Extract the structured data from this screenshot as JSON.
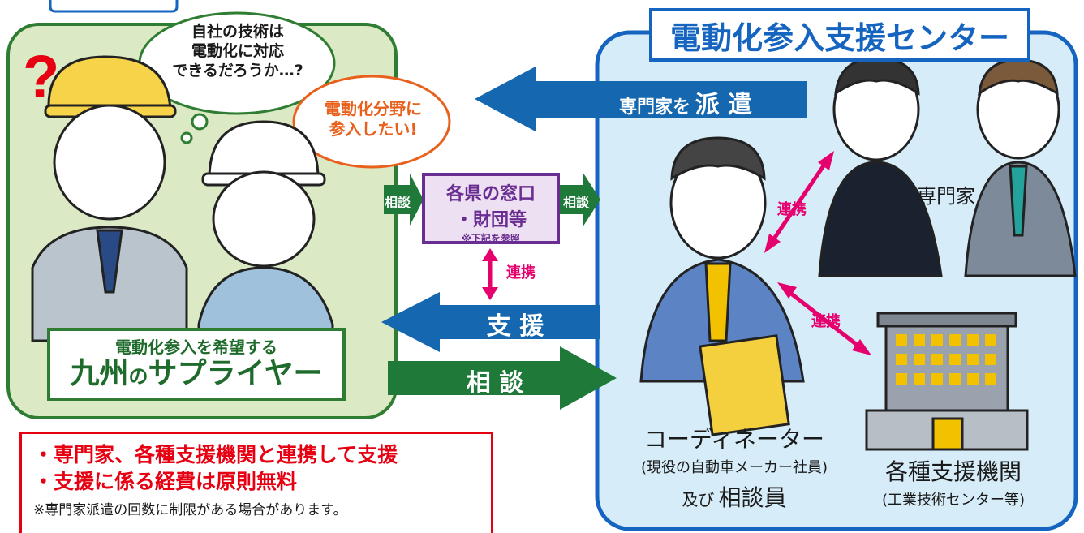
{
  "center_panel": {
    "title": "電動化参入支援センター"
  },
  "supplier_panel": {
    "subtitle": "電動化参入を希望する",
    "title_part1": "九州",
    "title_part2": "の",
    "title_part3": "サプライヤー"
  },
  "bubbles": {
    "thought1": [
      "自社の技術は",
      "電動化に対応",
      "できるだろうか…?"
    ],
    "thought2": [
      "電動化分野に",
      "参入したい!"
    ]
  },
  "arrows": {
    "dispatch_prefix": "専門家を",
    "dispatch_main": "派 遣",
    "support": "支 援",
    "consult": "相 談",
    "left_consult": "相談",
    "right_consult": "相談"
  },
  "window_box": {
    "line1": "各県の窓口",
    "line2": "・財団等",
    "note": "※下記を参照"
  },
  "links": {
    "link_center": "連携",
    "link_expert": "連携",
    "link_agency": "連携"
  },
  "people": {
    "expert_label": "専門家",
    "coordinator_label": "コーディネーター",
    "coordinator_note": "(現役の自動車メーカー社員)",
    "consultant_prefix": "及び",
    "consultant_label": "相談員",
    "agency_label": "各種支援機関",
    "agency_note": "(工業技術センター等)"
  },
  "notes": {
    "bullet1": "・専門家、各種支援機関と連携して支援",
    "bullet2": "・支援に係る経費は原則無料",
    "footnote": "※専門家派遣の回数に制限がある場合があります。"
  },
  "colors": {
    "supplier_bg": "#dbe9c5",
    "supplier_border": "#2e7d32",
    "center_bg": "#d6ecf8",
    "center_border": "#1565c0",
    "arrow_blue": "#1567b0",
    "arrow_green": "#1f7a3a",
    "purple": "#6a2d91",
    "link_red": "#e5006e",
    "note_red": "#e60012"
  }
}
